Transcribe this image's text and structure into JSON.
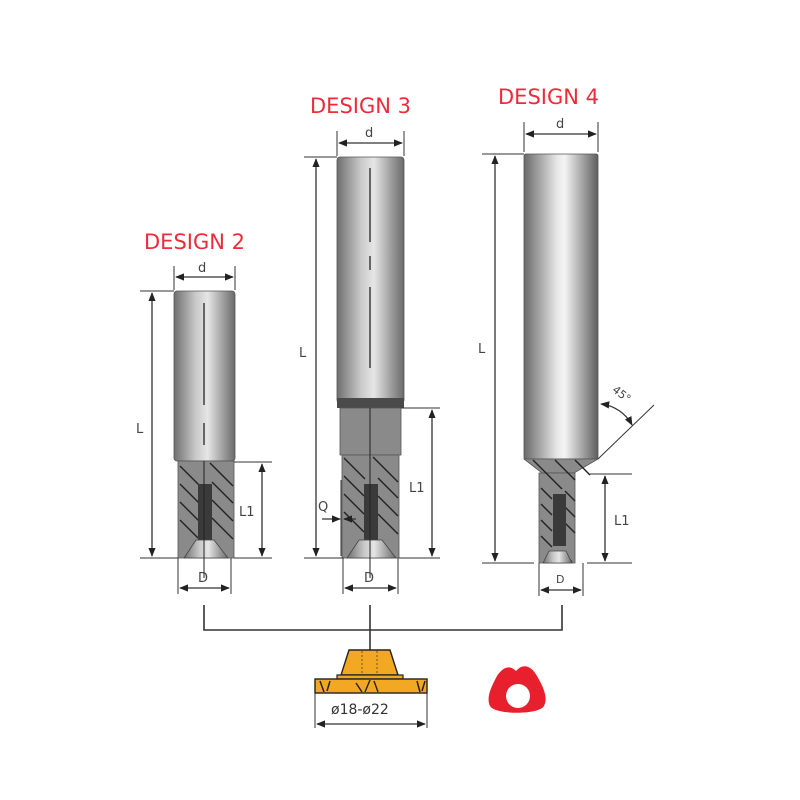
{
  "designs": [
    {
      "title": "DESIGN 2",
      "dia_label": "d",
      "length_label": "L",
      "cut_length_label": "L1",
      "cut_dia_label": "D"
    },
    {
      "title": "DESIGN 3",
      "dia_label": "d",
      "length_label": "L",
      "cut_length_label": "L1",
      "cut_dia_label": "D",
      "offset_label": "Q"
    },
    {
      "title": "DESIGN 4",
      "dia_label": "d",
      "length_label": "L",
      "cut_length_label": "L1",
      "cut_dia_label": "D",
      "angle_label": "45°"
    }
  ],
  "insert": {
    "range_label": "ø18-ø22",
    "color": "#f2a823"
  },
  "profile_icon": {
    "shape": "rounded-triangle-ring",
    "color": "#e8202e"
  },
  "colors": {
    "title": "#ed2b3a",
    "line": "#333333",
    "steel_dark": "#7a7a7a",
    "steel_light": "#e4e4e4",
    "hatch_fill": "#8a8a8a"
  }
}
